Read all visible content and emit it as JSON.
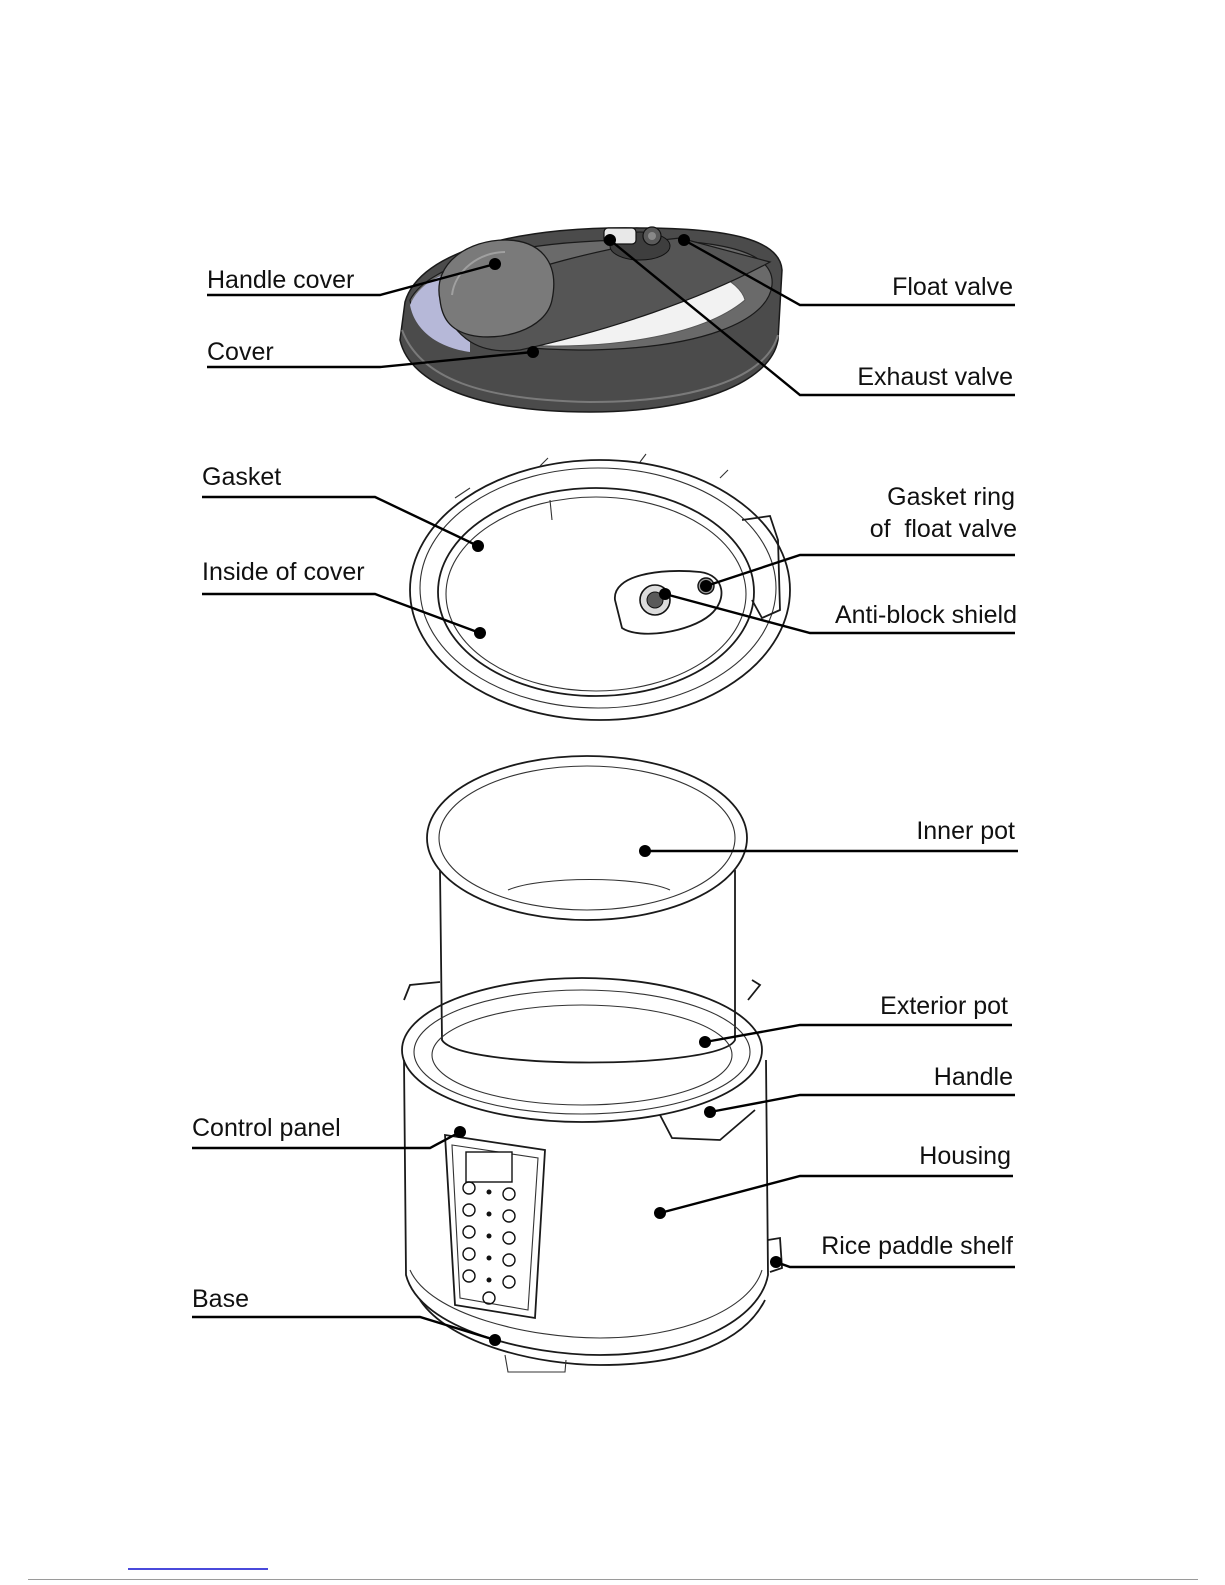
{
  "labels": {
    "handle_cover": "Handle cover",
    "cover": "Cover",
    "float_valve": "Float valve",
    "exhaust_valve": "Exhaust valve",
    "gasket": "Gasket",
    "inside_of_cover": "Inside of cover",
    "gasket_ring_line1": "Gasket ring",
    "gasket_ring_line2": "of  float valve",
    "anti_block_shield": "Anti-block shield",
    "inner_pot": "Inner pot",
    "exterior_pot": "Exterior pot",
    "handle": "Handle",
    "control_panel": "Control panel",
    "housing": "Housing",
    "rice_paddle_shelf": "Rice paddle shelf",
    "base": "Base"
  },
  "colors": {
    "lid_dark": "#4b4b4b",
    "lid_mid": "#6a6a6a",
    "lid_light": "#9a9a9a",
    "lid_inner": "#f2f2f2",
    "lid_window": "#b6b8d8",
    "line": "#000000"
  }
}
